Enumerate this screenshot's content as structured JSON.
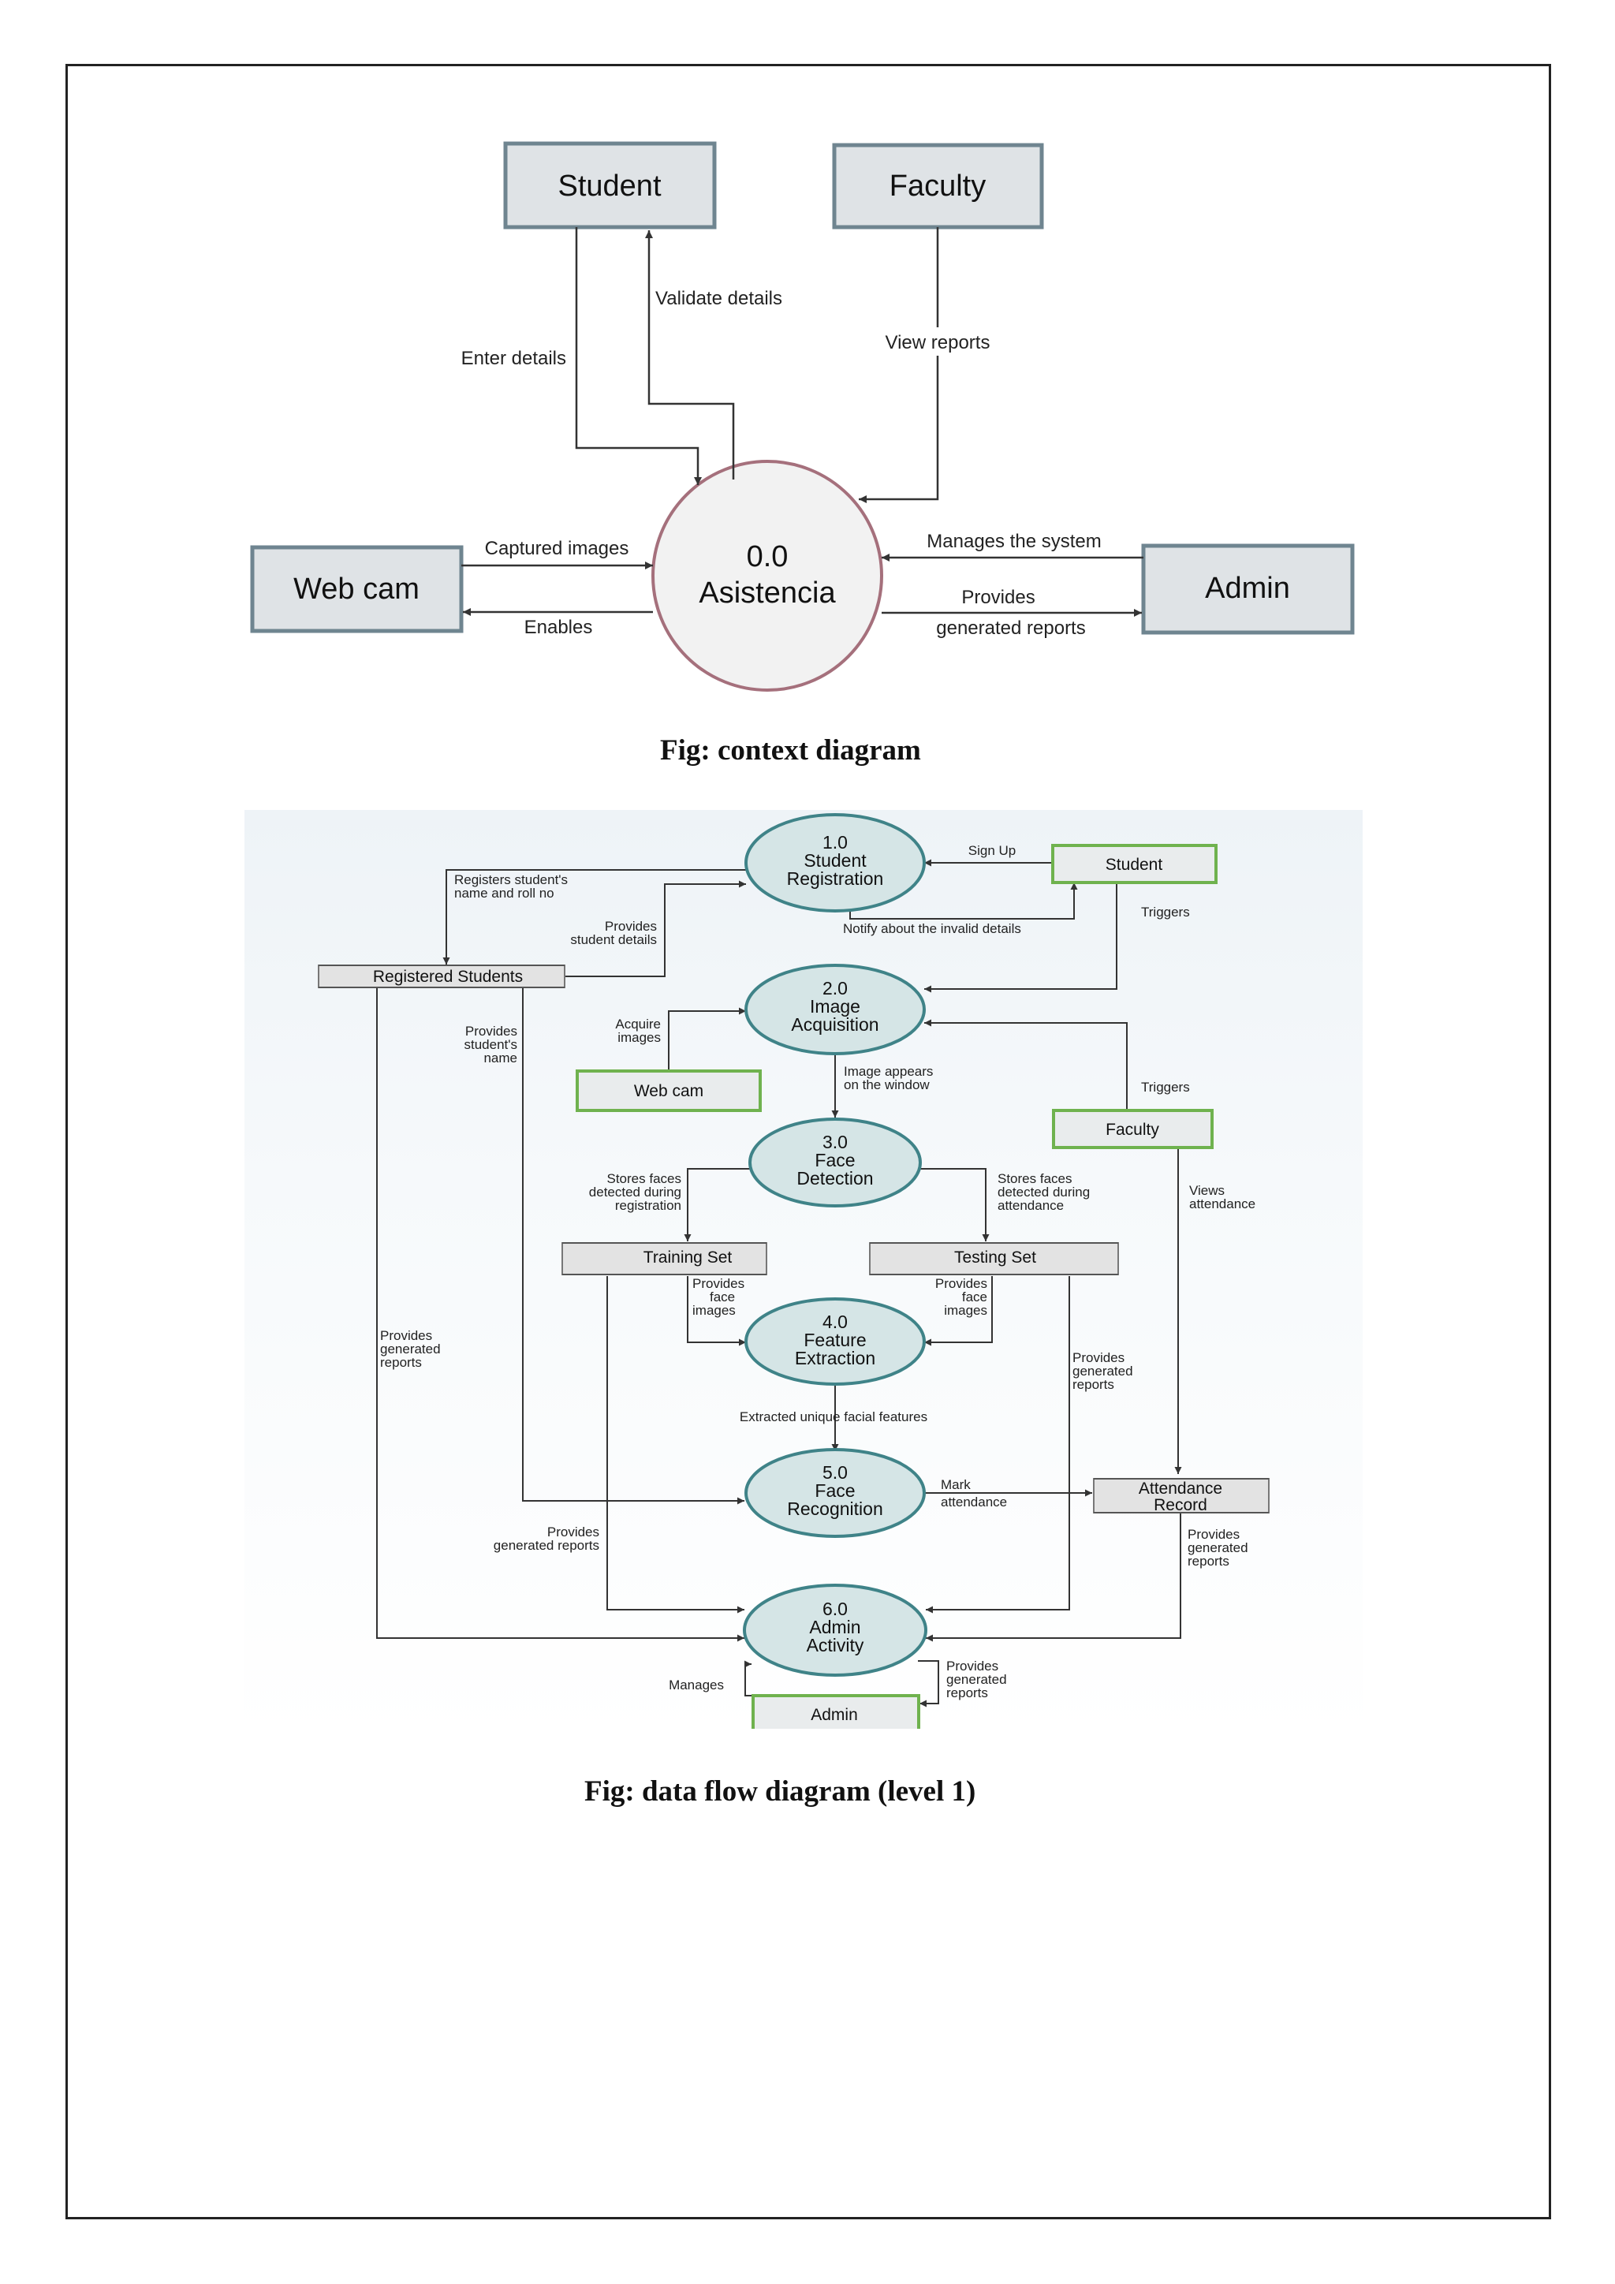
{
  "context_diagram": {
    "process": {
      "number": "0.0",
      "name": "Asistencia"
    },
    "entities": {
      "student": "Student",
      "faculty": "Faculty",
      "webcam": "Web cam",
      "admin": "Admin"
    },
    "flows": {
      "enter_details": "Enter details",
      "validate_details": "Validate details",
      "view_reports": "View reports",
      "captured_images": "Captured images",
      "enables": "Enables",
      "manages_system": "Manages  the system",
      "provides_reports_1": "Provides",
      "provides_reports_2": "generated reports"
    },
    "caption": "Fig:  context diagram"
  },
  "dfd_level1": {
    "processes": {
      "p1": {
        "number": "1.0",
        "line1": "Student",
        "line2": "Registration"
      },
      "p2": {
        "number": "2.0",
        "line1": "Image",
        "line2": "Acquisition"
      },
      "p3": {
        "number": "3.0",
        "line1": "Face",
        "line2": "Detection"
      },
      "p4": {
        "number": "4.0",
        "line1": "Feature",
        "line2": "Extraction"
      },
      "p5": {
        "number": "5.0",
        "line1": "Face",
        "line2": "Recognition"
      },
      "p6": {
        "number": "6.0",
        "line1": "Admin",
        "line2": "Activity"
      }
    },
    "entities": {
      "student": "Student",
      "webcam": "Web cam",
      "faculty": "Faculty",
      "admin": "Admin"
    },
    "stores": {
      "registered_students": "Registered Students",
      "training_set": "Training Set",
      "testing_set": "Testing Set",
      "attendance_line1": "Attendance",
      "attendance_line2": "Record"
    },
    "flows": {
      "sign_up": "Sign Up",
      "registers_1": "Registers student's",
      "registers_2": "name and roll no",
      "provides_details_1": "Provides",
      "provides_details_2": "student details",
      "notify_invalid": "Notify about the invalid details",
      "triggers_student": "Triggers",
      "acquire_1": "Acquire",
      "acquire_2": "images",
      "provides_name_1": "Provides",
      "provides_name_2": "student's",
      "provides_name_3": "name",
      "image_appears_1": "Image appears",
      "image_appears_2": "on the window",
      "triggers_faculty": "Triggers",
      "stores_reg_1": "Stores faces",
      "stores_reg_2": "detected during",
      "stores_reg_3": "registration",
      "stores_att_1": "Stores faces",
      "stores_att_2": "detected during",
      "stores_att_3": "attendance",
      "views_att_1": "Views",
      "views_att_2": "attendance",
      "face_left_1": "Provides",
      "face_left_2": "face",
      "face_left_3": "images",
      "face_right_1": "Provides",
      "face_right_2": "face",
      "face_right_3": "images",
      "gen_left_1": "Provides",
      "gen_left_2": "generated",
      "gen_left_3": "reports",
      "gen_right_1": "Provides",
      "gen_right_2": "generated",
      "gen_right_3": "reports",
      "extracted": "Extracted unique facial features",
      "mark_1": "Mark",
      "mark_2": "attendance",
      "gen_mid_1": "Provides",
      "gen_mid_2": "generated reports",
      "gen_att_1": "Provides",
      "gen_att_2": "generated",
      "gen_att_3": "reports",
      "manages": "Manages",
      "gen_admin_1": "Provides",
      "gen_admin_2": "generated",
      "gen_admin_3": "reports"
    },
    "caption": "Fig:  data flow diagram  (level 1)"
  }
}
